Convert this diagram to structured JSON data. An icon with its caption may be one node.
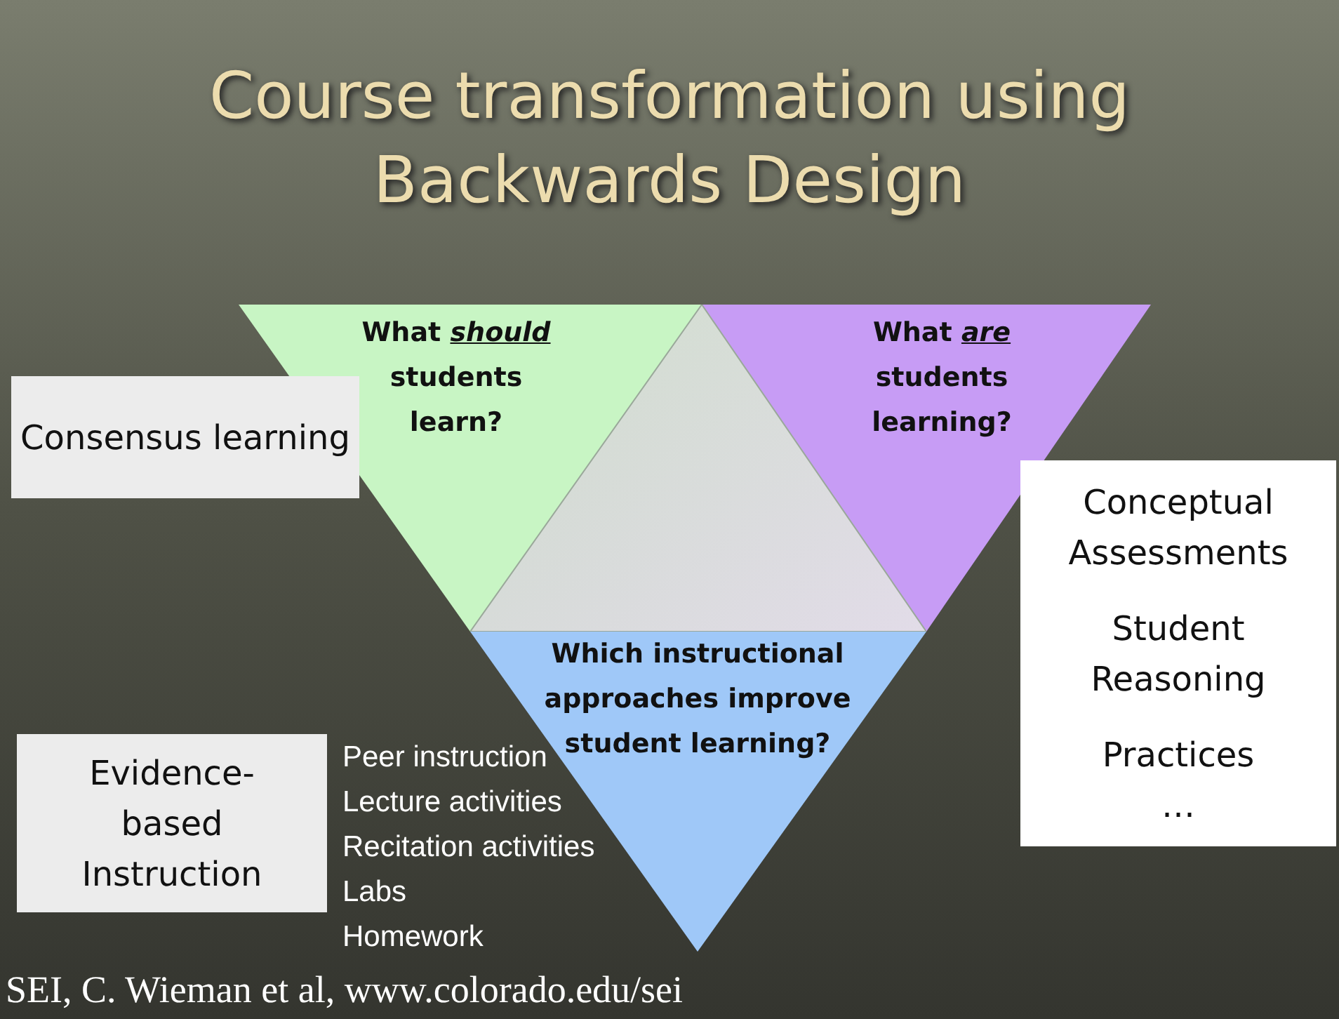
{
  "diagram": {
    "title": "Course transformation using Backwards Design",
    "nodes": [
      {
        "text": [
          "What *should* students learn?"
        ]
      },
      {
        "text": [
          "What *are* students learning?"
        ]
      },
      {
        "text": [],
        "shape": "triangle"
      },
      {
        "text": [
          "Which instructional approaches improve student learning?"
        ]
      },
      {
        "text": [
          "Consensus learning"
        ]
      },
      {
        "text": [
          "Conceptual Assessments",
          "Student Reasoning",
          "Practices",
          "…"
        ]
      },
      {
        "text": [
          "Evidence-based Instruction"
        ]
      }
    ],
    "labels": [
      "Peer instruction",
      "Lecture activities",
      "Recitation activities",
      "Labs",
      "Homework"
    ],
    "caption": "SEI, C. Wieman et al, www.colorado.edu/sei"
  }
}
